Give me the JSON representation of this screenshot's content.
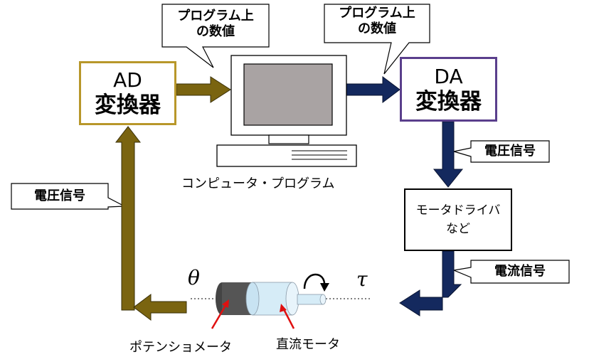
{
  "ad_converter": {
    "line1": "AD",
    "line2": "変換器",
    "border_color": "#b8972a"
  },
  "da_converter": {
    "line1": "DA",
    "line2": "変換器",
    "border_color": "#5a3f8c"
  },
  "callouts": {
    "program_value_left": {
      "line1": "プログラム上",
      "line2": "の数値"
    },
    "program_value_right": {
      "line1": "プログラム上",
      "line2": "の数値"
    },
    "voltage_signal_right": "電圧信号",
    "voltage_signal_left": "電圧信号",
    "current_signal": "電流信号"
  },
  "computer_label": "コンピュータ・プログラム",
  "motor_driver": {
    "line1": "モータドライバ",
    "line2": "など"
  },
  "symbols": {
    "theta": "θ",
    "tau": "τ"
  },
  "labels": {
    "potentiometer": "ポテンショメータ",
    "dc_motor": "直流モータ"
  },
  "colors": {
    "arrow_brown": "#7a6410",
    "arrow_navy": "#14295e",
    "pointer_red": "#e01010"
  }
}
